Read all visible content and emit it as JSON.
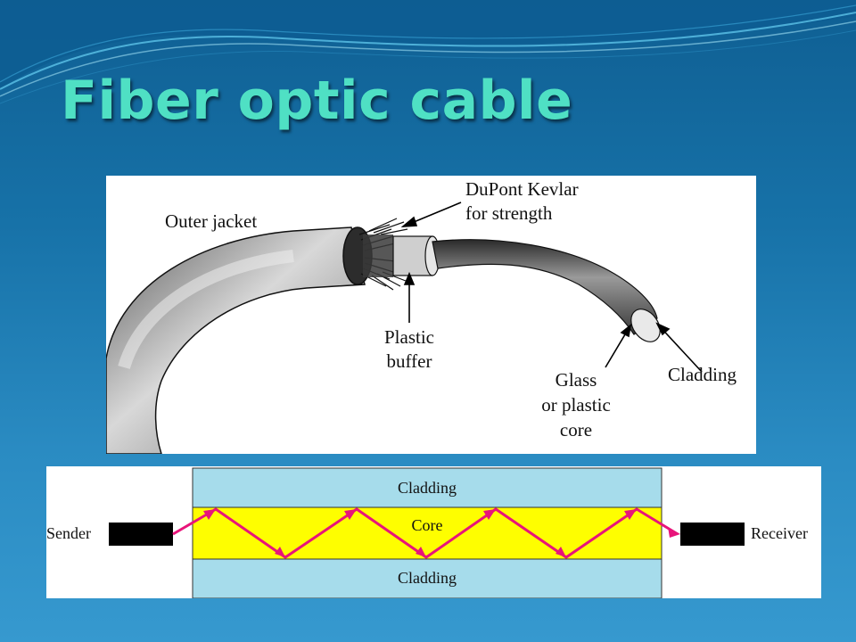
{
  "slide": {
    "title": "Fiber optic cable"
  },
  "cable_figure": {
    "outer_jacket": "Outer jacket",
    "kevlar_line1": "DuPont Kevlar",
    "kevlar_line2": "for strength",
    "buffer_line1": "Plastic",
    "buffer_line2": "buffer",
    "core_line1": "Glass",
    "core_line2": "or plastic",
    "core_line3": "core",
    "cladding": "Cladding"
  },
  "propagation_figure": {
    "cladding_top": "Cladding",
    "core": "Core",
    "cladding_bottom": "Cladding",
    "sender": "Sender",
    "receiver": "Receiver",
    "colors": {
      "cladding": "#a6dceb",
      "core": "#fefe00",
      "ray": "#e8147a",
      "device": "#000000"
    }
  }
}
